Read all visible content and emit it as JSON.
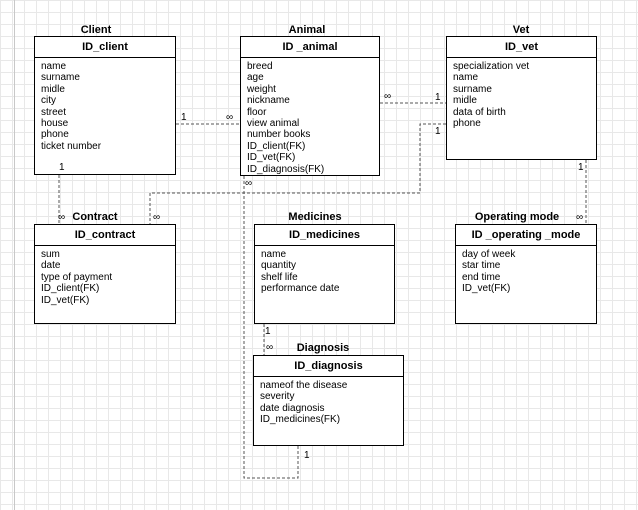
{
  "entities": {
    "client": {
      "title": "Client",
      "pk": "ID_client",
      "fields": [
        "name",
        "surname",
        "midle",
        "city",
        "street",
        "house",
        "phone",
        "ticket number"
      ]
    },
    "animal": {
      "title": "Animal",
      "pk": "ID _animal",
      "fields": [
        "breed",
        "age",
        "weight",
        "nickname",
        "floor",
        "view animal",
        "number books",
        "ID_client(FK)",
        "ID_vet(FK)",
        "ID_diagnosis(FK)"
      ]
    },
    "vet": {
      "title": "Vet",
      "pk": "ID_vet",
      "fields": [
        "specialization vet",
        "name",
        "surname",
        "midle",
        "data of birth",
        "phone"
      ]
    },
    "contract": {
      "title": "Contract",
      "pk": "ID_contract",
      "fields": [
        "sum",
        "date",
        "type of payment",
        "ID_client(FK)",
        "ID_vet(FK)"
      ]
    },
    "medicines": {
      "title": "Medicines",
      "pk": "ID_medicines",
      "fields": [
        "name",
        "quantity",
        "shelf life",
        "performance date"
      ]
    },
    "operating_mode": {
      "title": "Operating mode",
      "pk": "ID _operating _mode",
      "fields": [
        "day of week",
        "star time",
        "end time",
        "ID_vet(FK)"
      ]
    },
    "diagnosis": {
      "title": "Diagnosis",
      "pk": "ID_diagnosis",
      "fields": [
        "nameof the disease",
        "severity",
        "date diagnosis",
        "ID_medicines(FK)"
      ]
    }
  },
  "cardinality": {
    "one": "1",
    "many": "∞"
  }
}
